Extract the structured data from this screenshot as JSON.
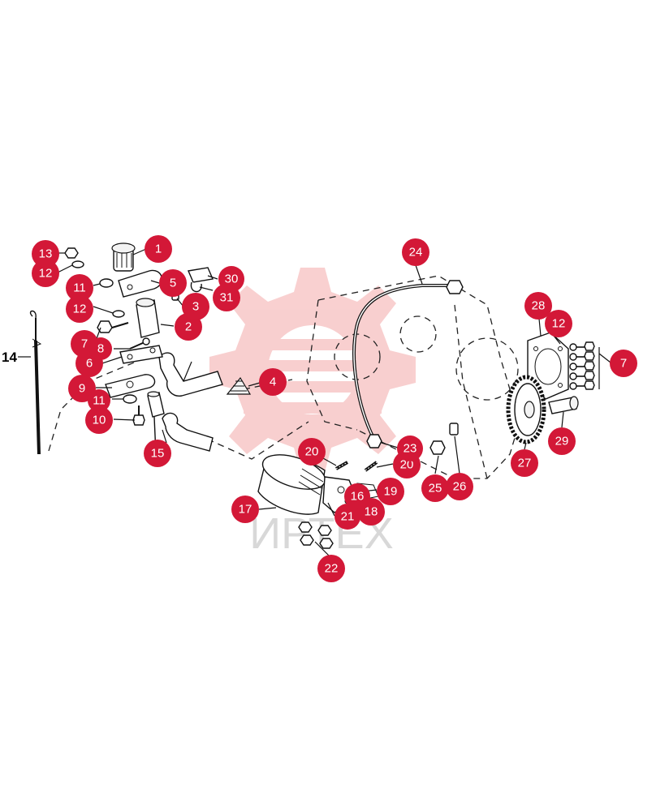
{
  "watermark": {
    "text": "ИРТЕХ",
    "color": "#cfcfcf"
  },
  "colors": {
    "callout": "#d31837",
    "callout_text": "#ffffff",
    "logo": "#f4a9a9"
  },
  "callouts": [
    {
      "id": "c1",
      "label": "1"
    },
    {
      "id": "c2",
      "label": "2"
    },
    {
      "id": "c3",
      "label": "3"
    },
    {
      "id": "c4",
      "label": "4"
    },
    {
      "id": "c5",
      "label": "5"
    },
    {
      "id": "c6",
      "label": "6"
    },
    {
      "id": "c7a",
      "label": "7"
    },
    {
      "id": "c7b",
      "label": "7"
    },
    {
      "id": "c8",
      "label": "8"
    },
    {
      "id": "c9",
      "label": "9"
    },
    {
      "id": "c10",
      "label": "10"
    },
    {
      "id": "c11a",
      "label": "11"
    },
    {
      "id": "c11b",
      "label": "11"
    },
    {
      "id": "c12a",
      "label": "12"
    },
    {
      "id": "c12b",
      "label": "12"
    },
    {
      "id": "c12c",
      "label": "12"
    },
    {
      "id": "c13",
      "label": "13"
    },
    {
      "id": "c15",
      "label": "15"
    },
    {
      "id": "c16",
      "label": "16"
    },
    {
      "id": "c17",
      "label": "17"
    },
    {
      "id": "c18",
      "label": "18"
    },
    {
      "id": "c19",
      "label": "19"
    },
    {
      "id": "c20a",
      "label": "20"
    },
    {
      "id": "c20b",
      "label": "20"
    },
    {
      "id": "c21",
      "label": "21"
    },
    {
      "id": "c22",
      "label": "22"
    },
    {
      "id": "c23",
      "label": "23"
    },
    {
      "id": "c24",
      "label": "24"
    },
    {
      "id": "c25",
      "label": "25"
    },
    {
      "id": "c26",
      "label": "26"
    },
    {
      "id": "c27",
      "label": "27"
    },
    {
      "id": "c28",
      "label": "28"
    },
    {
      "id": "c29",
      "label": "29"
    },
    {
      "id": "c30",
      "label": "30"
    },
    {
      "id": "c31",
      "label": "31"
    }
  ],
  "plain_labels": [
    {
      "id": "p14",
      "label": "14"
    }
  ]
}
